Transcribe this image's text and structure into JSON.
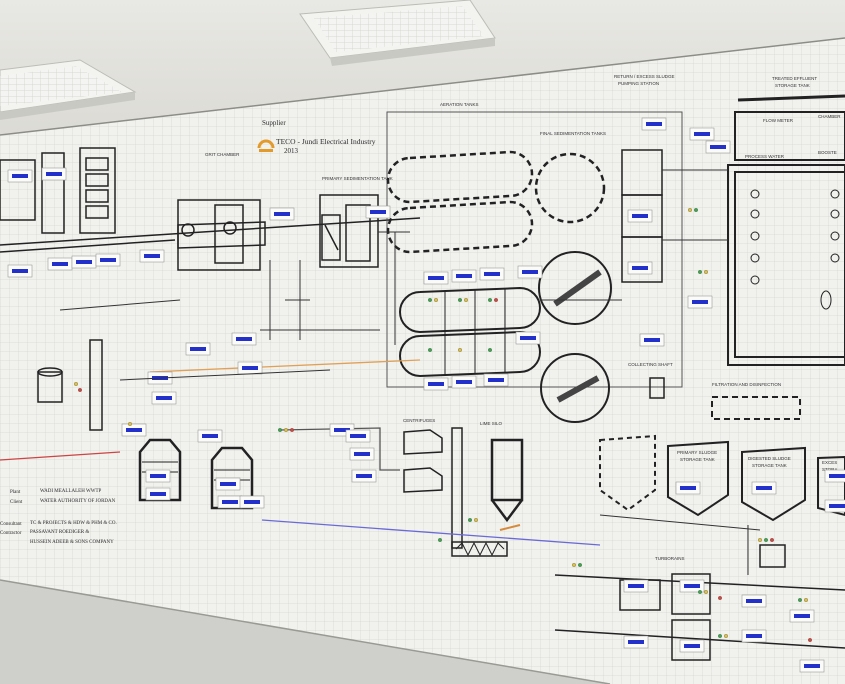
{
  "supplier": {
    "heading": "Supplier",
    "company": "TECO - Jundi Electrical Industry",
    "year": "2013"
  },
  "project_info": {
    "plant_label": "Plant",
    "plant": "WADI MEALLALEH WWTP",
    "client_label": "Client",
    "client": "WATER AUTHORITY OF JORDAN",
    "consultant_label": "Consultant",
    "consultant": "TC & PROJECTS & HDW & PHM & CO.",
    "contractor_label": "Contractor",
    "contractor_1": "PASSAVANT ROEDIGER &",
    "contractor_2": "HUSSEIN ADEEB & SONS COMPANY"
  },
  "section_labels": {
    "aeration_tanks": "AERATION TANKS",
    "final_sedimentation": "FINAL SEDIMENTATION TANKS",
    "return_sludge_1": "RETURN / EXCESS SLUDGE",
    "return_sludge_2": "PUMPING STATION",
    "treated_effluent_1": "TREATED EFFLUENT",
    "treated_effluent_2": "STORAGE TANK",
    "flow_meter": "FLOW METER",
    "chamber": "CHAMBER",
    "process_water": "PROCESS WATER",
    "booster": "BOOSTE",
    "primary_sedimentation": "PRIMARY SEDIMENTATION TANK",
    "grit_chamber": "GRIT CHAMBER",
    "collecting_shaft": "COLLECTING SHAFT",
    "filtration": "FILTRATION AND DISINFECTION",
    "primary_sludge_1": "PRIMARY SLUDGE",
    "primary_sludge_2": "STORAGE TANK",
    "digested_sludge_1": "DIGESTED SLUDGE",
    "digested_sludge_2": "STORAGE TANK",
    "excess_1": "EXCES",
    "excess_2": "STORA",
    "turbo_rains": "TURBORAINS",
    "centrifuges": "CENTRIFUGES",
    "lime_silo": "LIME SILO"
  }
}
